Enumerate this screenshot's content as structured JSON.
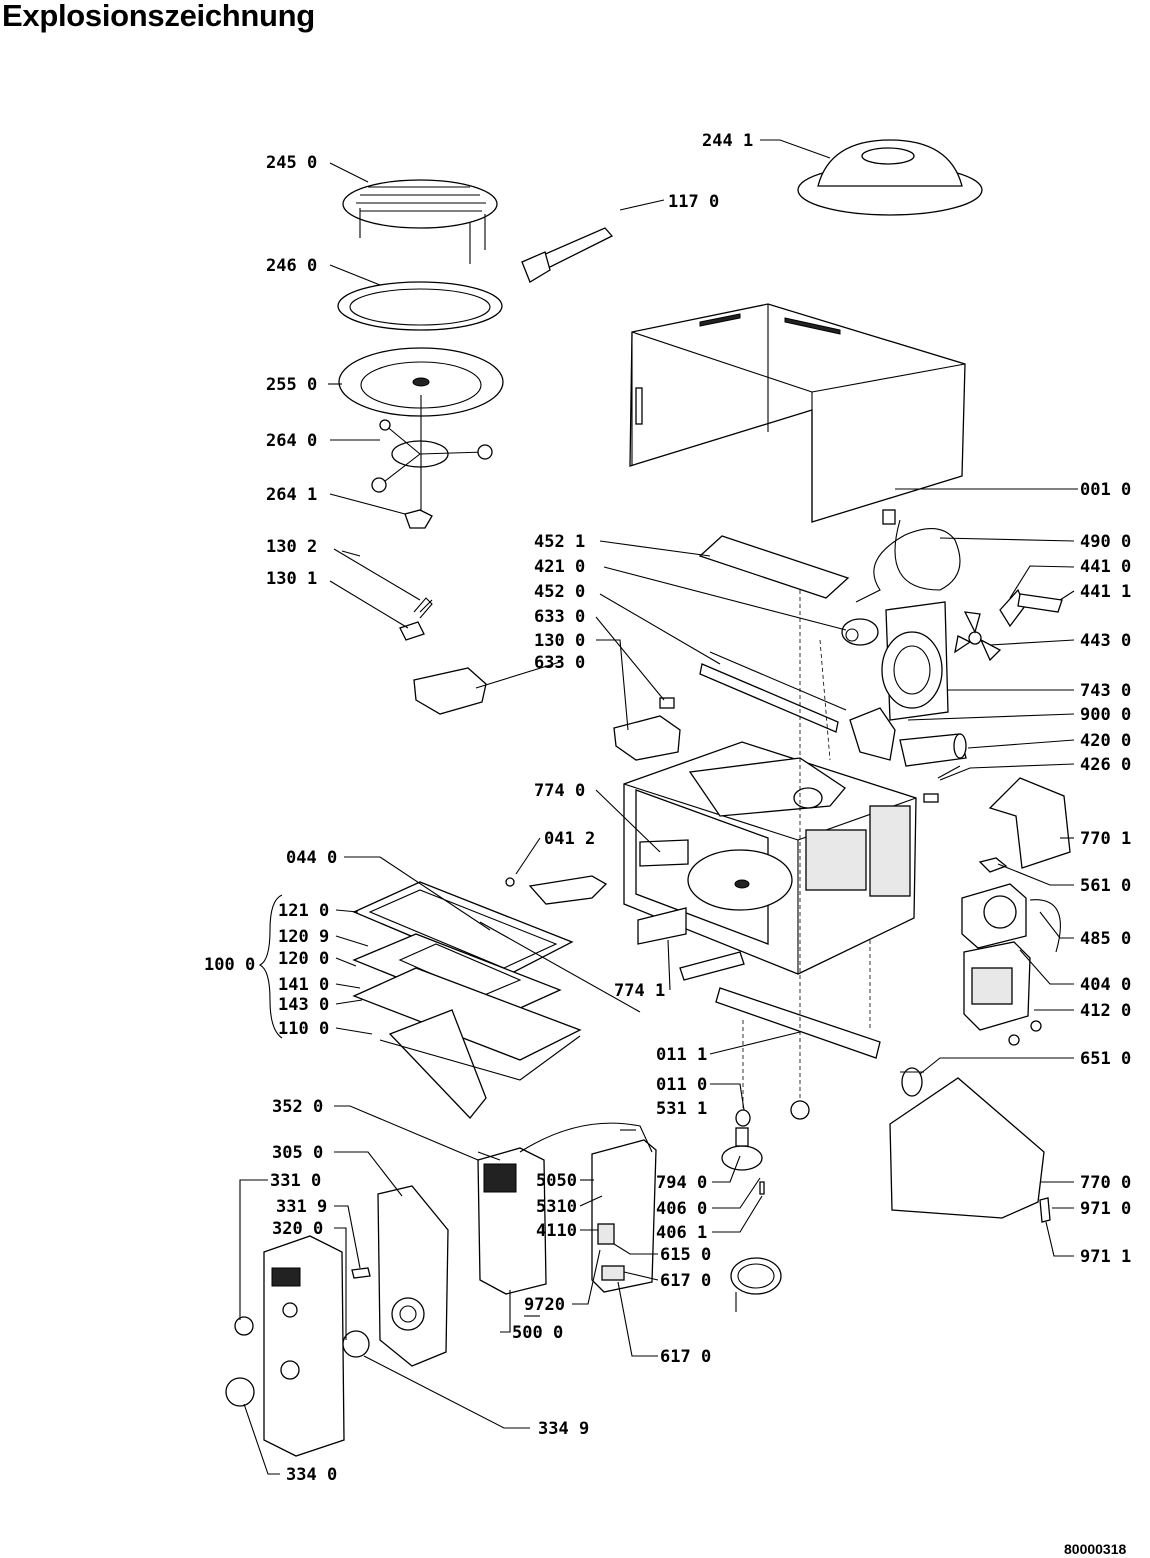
{
  "title": "Explosionszeichnung",
  "doc_number": "80000318",
  "group_label": "100 0",
  "labels": [
    "245 0",
    "244 1",
    "117 0",
    "246 0",
    "255 0",
    "264 0",
    "264 1",
    "001 0",
    "452 1",
    "490 0",
    "130 2",
    "421 0",
    "441 0",
    "130 1",
    "452 0",
    "441 1",
    "633 0",
    "443 0",
    "130 0",
    "633 0",
    "743 0",
    "900 0",
    "420 0",
    "426 0",
    "774 0",
    "041 2",
    "770 1",
    "044 0",
    "561 0",
    "121 0",
    "120 9",
    "485 0",
    "120 0",
    "141 0",
    "404 0",
    "774 1",
    "143 0",
    "412 0",
    "110 0",
    "011 1",
    "651 0",
    "011 0",
    "352 0",
    "531 1",
    "305 0",
    "5050",
    "794 0",
    "770 0",
    "331 0",
    "5310",
    "406 0",
    "331 9",
    "971 0",
    "320 0",
    "4110",
    "406 1",
    "615 0",
    "971 1",
    "617 0",
    "9720",
    "500 0",
    "617 0",
    "334 9",
    "334 0"
  ]
}
